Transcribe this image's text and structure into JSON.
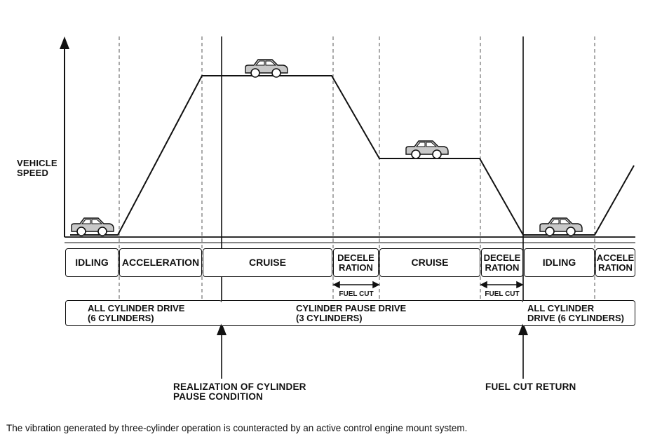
{
  "axis": {
    "y_label_line1": "VEHICLE",
    "y_label_line2": "SPEED"
  },
  "phases": [
    {
      "label": "IDLING"
    },
    {
      "label": "ACCELERATION"
    },
    {
      "label": "CRUISE"
    },
    {
      "label_line1": "DECELE",
      "label_line2": "RATION"
    },
    {
      "label": "CRUISE"
    },
    {
      "label_line1": "DECELE",
      "label_line2": "RATION"
    },
    {
      "label": "IDLING"
    },
    {
      "label_line1": "ACCELE",
      "label_line2": "RATION"
    }
  ],
  "fuel_cut_label": "FUEL CUT",
  "drive_modes": [
    {
      "line1": "ALL CYLINDER DRIVE",
      "line2": "(6 CYLINDERS)"
    },
    {
      "line1": "CYLINDER PAUSE DRIVE",
      "line2": "(3 CYLINDERS)"
    },
    {
      "line1": "ALL CYLINDER",
      "line2": "DRIVE (6 CYLINDERS)"
    }
  ],
  "events": [
    {
      "line1": "REALIZATION OF CYLINDER",
      "line2": "PAUSE CONDITION"
    },
    {
      "line1": "FUEL CUT RETURN"
    }
  ],
  "caption": "The vibration generated by three-cylinder operation is counteracted by an active control engine mount system."
}
